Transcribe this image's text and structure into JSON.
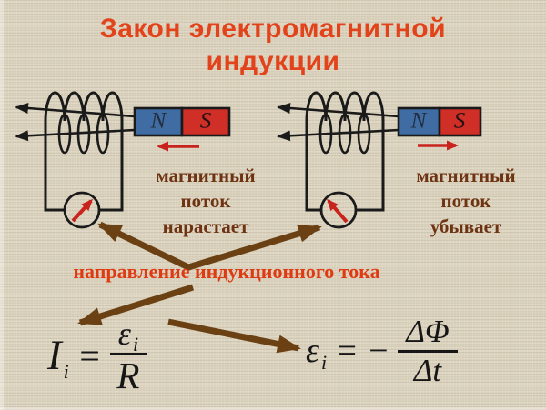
{
  "title": {
    "line1": "Закон электромагнитной",
    "line2": "индукции"
  },
  "left_diagram": {
    "north_label": "N",
    "south_label": "S",
    "magnet_motion_arrow": "left",
    "galvanometer_needle": "up-right",
    "caption": {
      "line1": "магнитный",
      "line2": "поток",
      "line3": "нарастает"
    }
  },
  "right_diagram": {
    "north_label": "N",
    "south_label": "S",
    "magnet_motion_arrow": "right",
    "galvanometer_needle": "up-left",
    "caption": {
      "line1": "магнитный",
      "line2": "поток",
      "line3": "убывает"
    }
  },
  "direction_label": "направление индукционного тока",
  "formulas": {
    "induced_current": {
      "lhs": "I",
      "lhs_sub": "i",
      "equals": "=",
      "num": "ε",
      "num_sub": "i",
      "den": "R"
    },
    "induced_emf": {
      "lhs": "ε",
      "lhs_sub": "i",
      "equals": "=",
      "minus": "−",
      "num": "ΔΦ",
      "den": "Δt"
    }
  },
  "colors": {
    "background": "#dcd4bf",
    "title_red": "#e2431b",
    "direction_red": "#df3a12",
    "caption_brown": "#6e3312",
    "arrow_brown": "#6b4113",
    "magnet_blue": "#3f6ca3",
    "magnet_red": "#cf2f27",
    "needle_red": "#c8231d",
    "line_black": "#1a1a1a"
  }
}
